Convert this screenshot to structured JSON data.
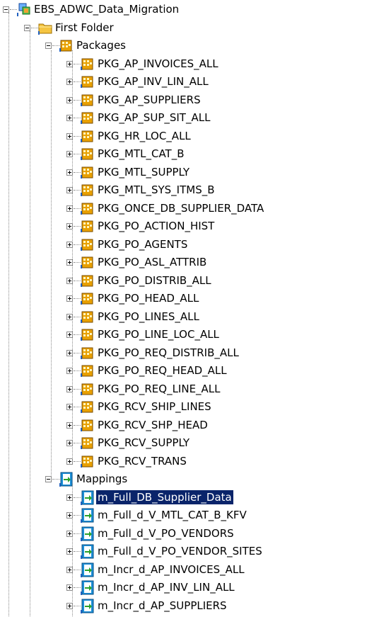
{
  "tree": {
    "root": {
      "label": "EBS_ADWC_Data_Migration"
    },
    "folder": {
      "label": "First Folder"
    },
    "packages": {
      "label": "Packages",
      "items": [
        "PKG_AP_INVOICES_ALL",
        "PKG_AP_INV_LIN_ALL",
        "PKG_AP_SUPPLIERS",
        "PKG_AP_SUP_SIT_ALL",
        "PKG_HR_LOC_ALL",
        "PKG_MTL_CAT_B",
        "PKG_MTL_SUPPLY",
        "PKG_MTL_SYS_ITMS_B",
        "PKG_ONCE_DB_SUPPLIER_DATA",
        "PKG_PO_ACTION_HIST",
        "PKG_PO_AGENTS",
        "PKG_PO_ASL_ATTRIB",
        "PKG_PO_DISTRIB_ALL",
        "PKG_PO_HEAD_ALL",
        "PKG_PO_LINES_ALL",
        "PKG_PO_LINE_LOC_ALL",
        "PKG_PO_REQ_DISTRIB_ALL",
        "PKG_PO_REQ_HEAD_ALL",
        "PKG_PO_REQ_LINE_ALL",
        "PKG_RCV_SHIP_LINES",
        "PKG_RCV_SHP_HEAD",
        "PKG_RCV_SUPPLY",
        "PKG_RCV_TRANS"
      ]
    },
    "mappings": {
      "label": "Mappings",
      "selected_index": 0,
      "items": [
        "m_Full_DB_Supplier_Data",
        "m_Full_d_V_MTL_CAT_B_KFV",
        "m_Full_d_V_PO_VENDORS",
        "m_Full_d_V_PO_VENDOR_SITES",
        "m_Incr_d_AP_INVOICES_ALL",
        "m_Incr_d_AP_INV_LIN_ALL",
        "m_Incr_d_AP_SUPPLIERS"
      ]
    }
  },
  "colors": {
    "selection_bg": "#0a246a",
    "selection_fg": "#ffffff",
    "package_icon": "#e8a000",
    "mapping_icon": "#1c8fd8",
    "folder_icon": "#f5c542"
  },
  "icons": {
    "root": "project-icon",
    "folder": "folder-icon",
    "package": "package-icon",
    "mapping": "mapping-icon"
  }
}
